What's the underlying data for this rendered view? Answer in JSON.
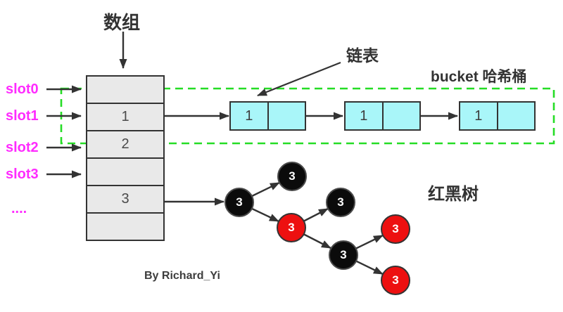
{
  "diagram": {
    "array_label": "数组",
    "linked_list_label": "链表",
    "bucket_label": "bucket 哈希桶",
    "rbtree_label": "红黑树",
    "author": "By Richard_Yi"
  },
  "slots": {
    "items": [
      "slot0",
      "slot1",
      "slot2",
      "slot3"
    ],
    "ellipsis": "...."
  },
  "array": {
    "cells": [
      "",
      "1",
      "2",
      "",
      "3",
      ""
    ]
  },
  "linked_list": {
    "nodes": [
      "1",
      "1",
      "1"
    ]
  },
  "tree": {
    "nodes": [
      {
        "value": "3",
        "color": "black",
        "role": "root"
      },
      {
        "value": "3",
        "color": "black"
      },
      {
        "value": "3",
        "color": "red"
      },
      {
        "value": "3",
        "color": "black"
      },
      {
        "value": "3",
        "color": "black"
      },
      {
        "value": "3",
        "color": "red"
      },
      {
        "value": "3",
        "color": "red"
      }
    ]
  },
  "colors": {
    "slot_label": "#ff2bff",
    "bucket_outline_green": "#25dd25",
    "list_node_fill": "#a9f6f9",
    "array_cell_fill": "#e9e9e9",
    "tree_black": "#0b0b0b",
    "tree_red": "#ed1010",
    "line": "#333333"
  }
}
